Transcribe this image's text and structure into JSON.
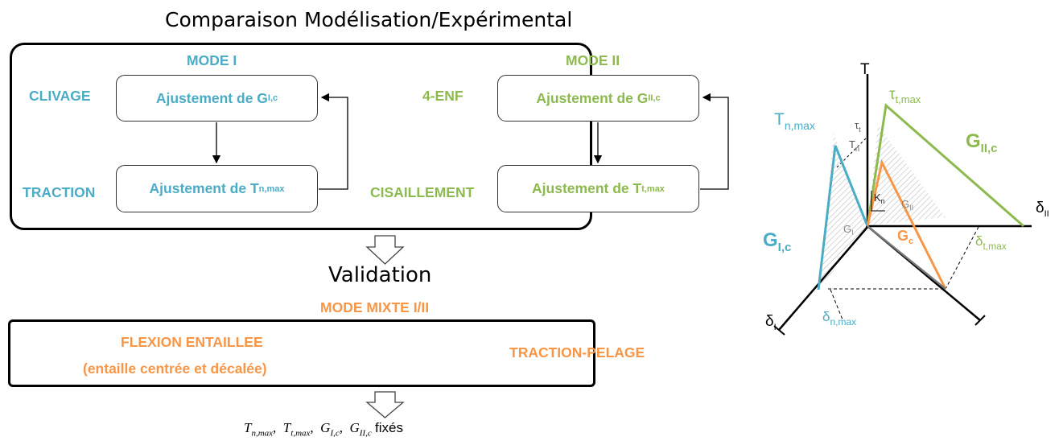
{
  "title": "Comparaison Modélisation/Expérimental",
  "mode1": {
    "heading": "MODE I",
    "test_top": "CLIVAGE",
    "test_bottom": "TRACTION",
    "box_top_prefix": "Ajustement de G",
    "box_top_sub": "I,c",
    "box_bottom_prefix": "Ajustement de T",
    "box_bottom_sub": "n,max"
  },
  "mode2": {
    "heading": "MODE II",
    "test_top": "4-ENF",
    "test_bottom": "CISAILLEMENT",
    "box_top_prefix": "Ajustement de G",
    "box_top_sub": "II,c",
    "box_bottom_prefix": "Ajustement de T",
    "box_bottom_sub": "t,max"
  },
  "validation": "Validation",
  "mixed": {
    "heading": "MODE MIXTE I/II",
    "left_line1": "FLEXION ENTAILLEE",
    "left_line2": "(entaille centrée et décalée)",
    "right": "TRACTION-PELAGE"
  },
  "result": {
    "items": [
      "T",
      "n,max",
      "T",
      "t,max",
      "G",
      "I,c",
      "G",
      "II,c"
    ],
    "suffix": "fixés"
  },
  "law_diagram": {
    "axis_T": "T",
    "axis_delta_II": "δ",
    "axis_delta_II_sub": "II",
    "axis_delta_I": "δ",
    "axis_delta_I_sub": "I",
    "Tn_max": "T",
    "Tn_max_sub": "n,max",
    "tau_t_max": "τ",
    "tau_t_max_sub": "t,max",
    "tau_t": "τ",
    "tau_t_sub": "t",
    "Tn": "T",
    "Tn_sub": "n",
    "Kn": "K",
    "Kn_sub": "n",
    "GII_c": "G",
    "GII_c_sub": "II,c",
    "GI_c": "G",
    "GI_c_sub": "I,c",
    "GII": "G",
    "GII_sub": "II",
    "GI": "G",
    "GI_sub": "I",
    "Gc": "G",
    "Gc_sub": "c",
    "delta_t_max": "δ",
    "delta_t_max_sub": "t,max",
    "delta_n_max": "δ",
    "delta_n_max_sub": "n,max",
    "colors": {
      "mode1": "#4bacc6",
      "mode2": "#8dba4e",
      "mixed": "#f79646"
    }
  }
}
